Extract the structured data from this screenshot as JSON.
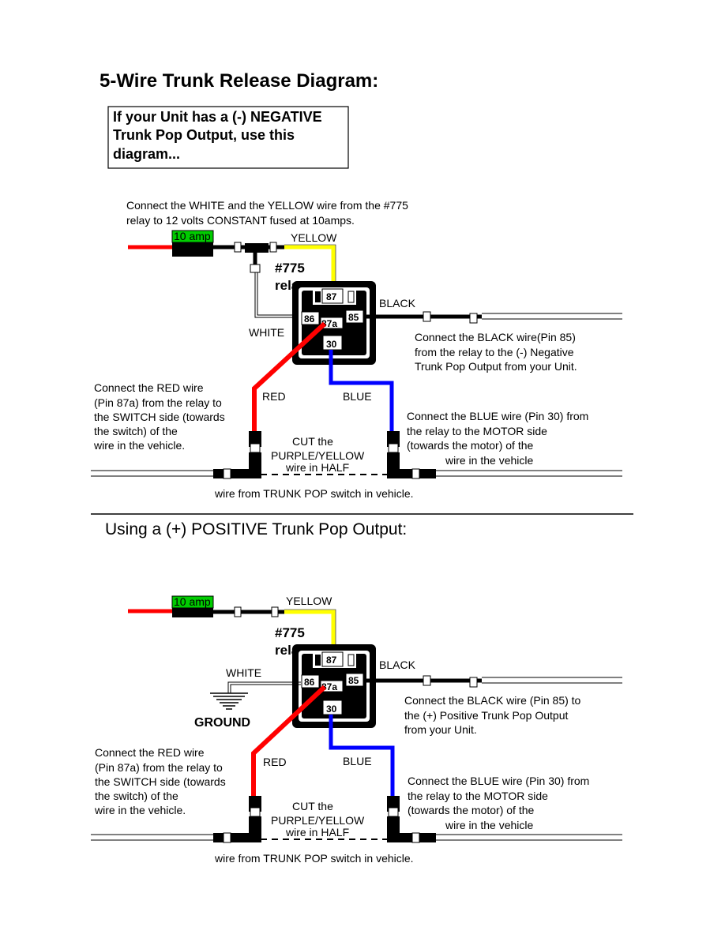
{
  "title": "5-Wire Trunk Release Diagram:",
  "intro_box": [
    "If your Unit has a (-) NEGATIVE",
    "Trunk Pop Output, use this",
    "diagram..."
  ],
  "section2_title": "Using a (+) POSITIVE Trunk Pop Output:",
  "colors": {
    "red": "#ff0000",
    "yellow": "#ffff00",
    "blue": "#0000ff",
    "black": "#000000",
    "fuse_green": "#00cc00",
    "white_wire": "#ffffff"
  },
  "diagram1": {
    "top_note": [
      "Connect the WHITE and the YELLOW wire from the #775",
      "relay to 12 volts CONSTANT fused at 10amps."
    ],
    "fuse_label": "10 amp",
    "relay_name": "#775",
    "relay_word": "relay",
    "pins": {
      "p87": "87",
      "p86": "86",
      "p87a": "87a",
      "p85": "85",
      "p30": "30"
    },
    "wire_labels": {
      "yellow": "YELLOW",
      "black": "BLACK",
      "white": "WHITE",
      "red": "RED",
      "blue": "BLUE"
    },
    "black_note": [
      "Connect the BLACK wire(Pin 85)",
      "from the relay to the (-) Negative",
      "Trunk Pop Output from your Unit."
    ],
    "red_note": [
      "Connect the RED wire",
      "(Pin 87a) from the relay to",
      "the SWITCH side (towards",
      "the switch) of the",
      "wire in the vehicle."
    ],
    "blue_note": [
      "Connect the BLUE wire (Pin 30) from",
      "the relay to the MOTOR side",
      "(towards the motor) of the",
      "wire in the vehicle"
    ],
    "cut_note": [
      "CUT the",
      "PURPLE/YELLOW",
      "wire in HALF"
    ],
    "bottom_note": "wire from TRUNK POP switch in  vehicle."
  },
  "diagram2": {
    "fuse_label": "10 amp",
    "relay_name": "#775",
    "relay_word": "relay",
    "pins": {
      "p87": "87",
      "p86": "86",
      "p87a": "87a",
      "p85": "85",
      "p30": "30"
    },
    "wire_labels": {
      "yellow": "YELLOW",
      "black": "BLACK",
      "white": "WHITE",
      "red": "RED",
      "blue": "BLUE"
    },
    "ground_label": "GROUND",
    "black_note": [
      "Connect the BLACK wire (Pin 85) to",
      "the (+) Positive Trunk Pop Output",
      "from your Unit."
    ],
    "red_note": [
      "Connect the RED wire",
      "(Pin 87a) from the relay to",
      "the SWITCH side (towards",
      "the switch) of the",
      "wire in the vehicle."
    ],
    "blue_note": [
      "Connect the BLUE wire (Pin 30) from",
      "the relay to the MOTOR side",
      "(towards the motor) of the",
      "wire in the vehicle"
    ],
    "cut_note": [
      "CUT the",
      "PURPLE/YELLOW",
      "wire in HALF"
    ],
    "bottom_note": "wire from TRUNK POP switch in  vehicle."
  }
}
